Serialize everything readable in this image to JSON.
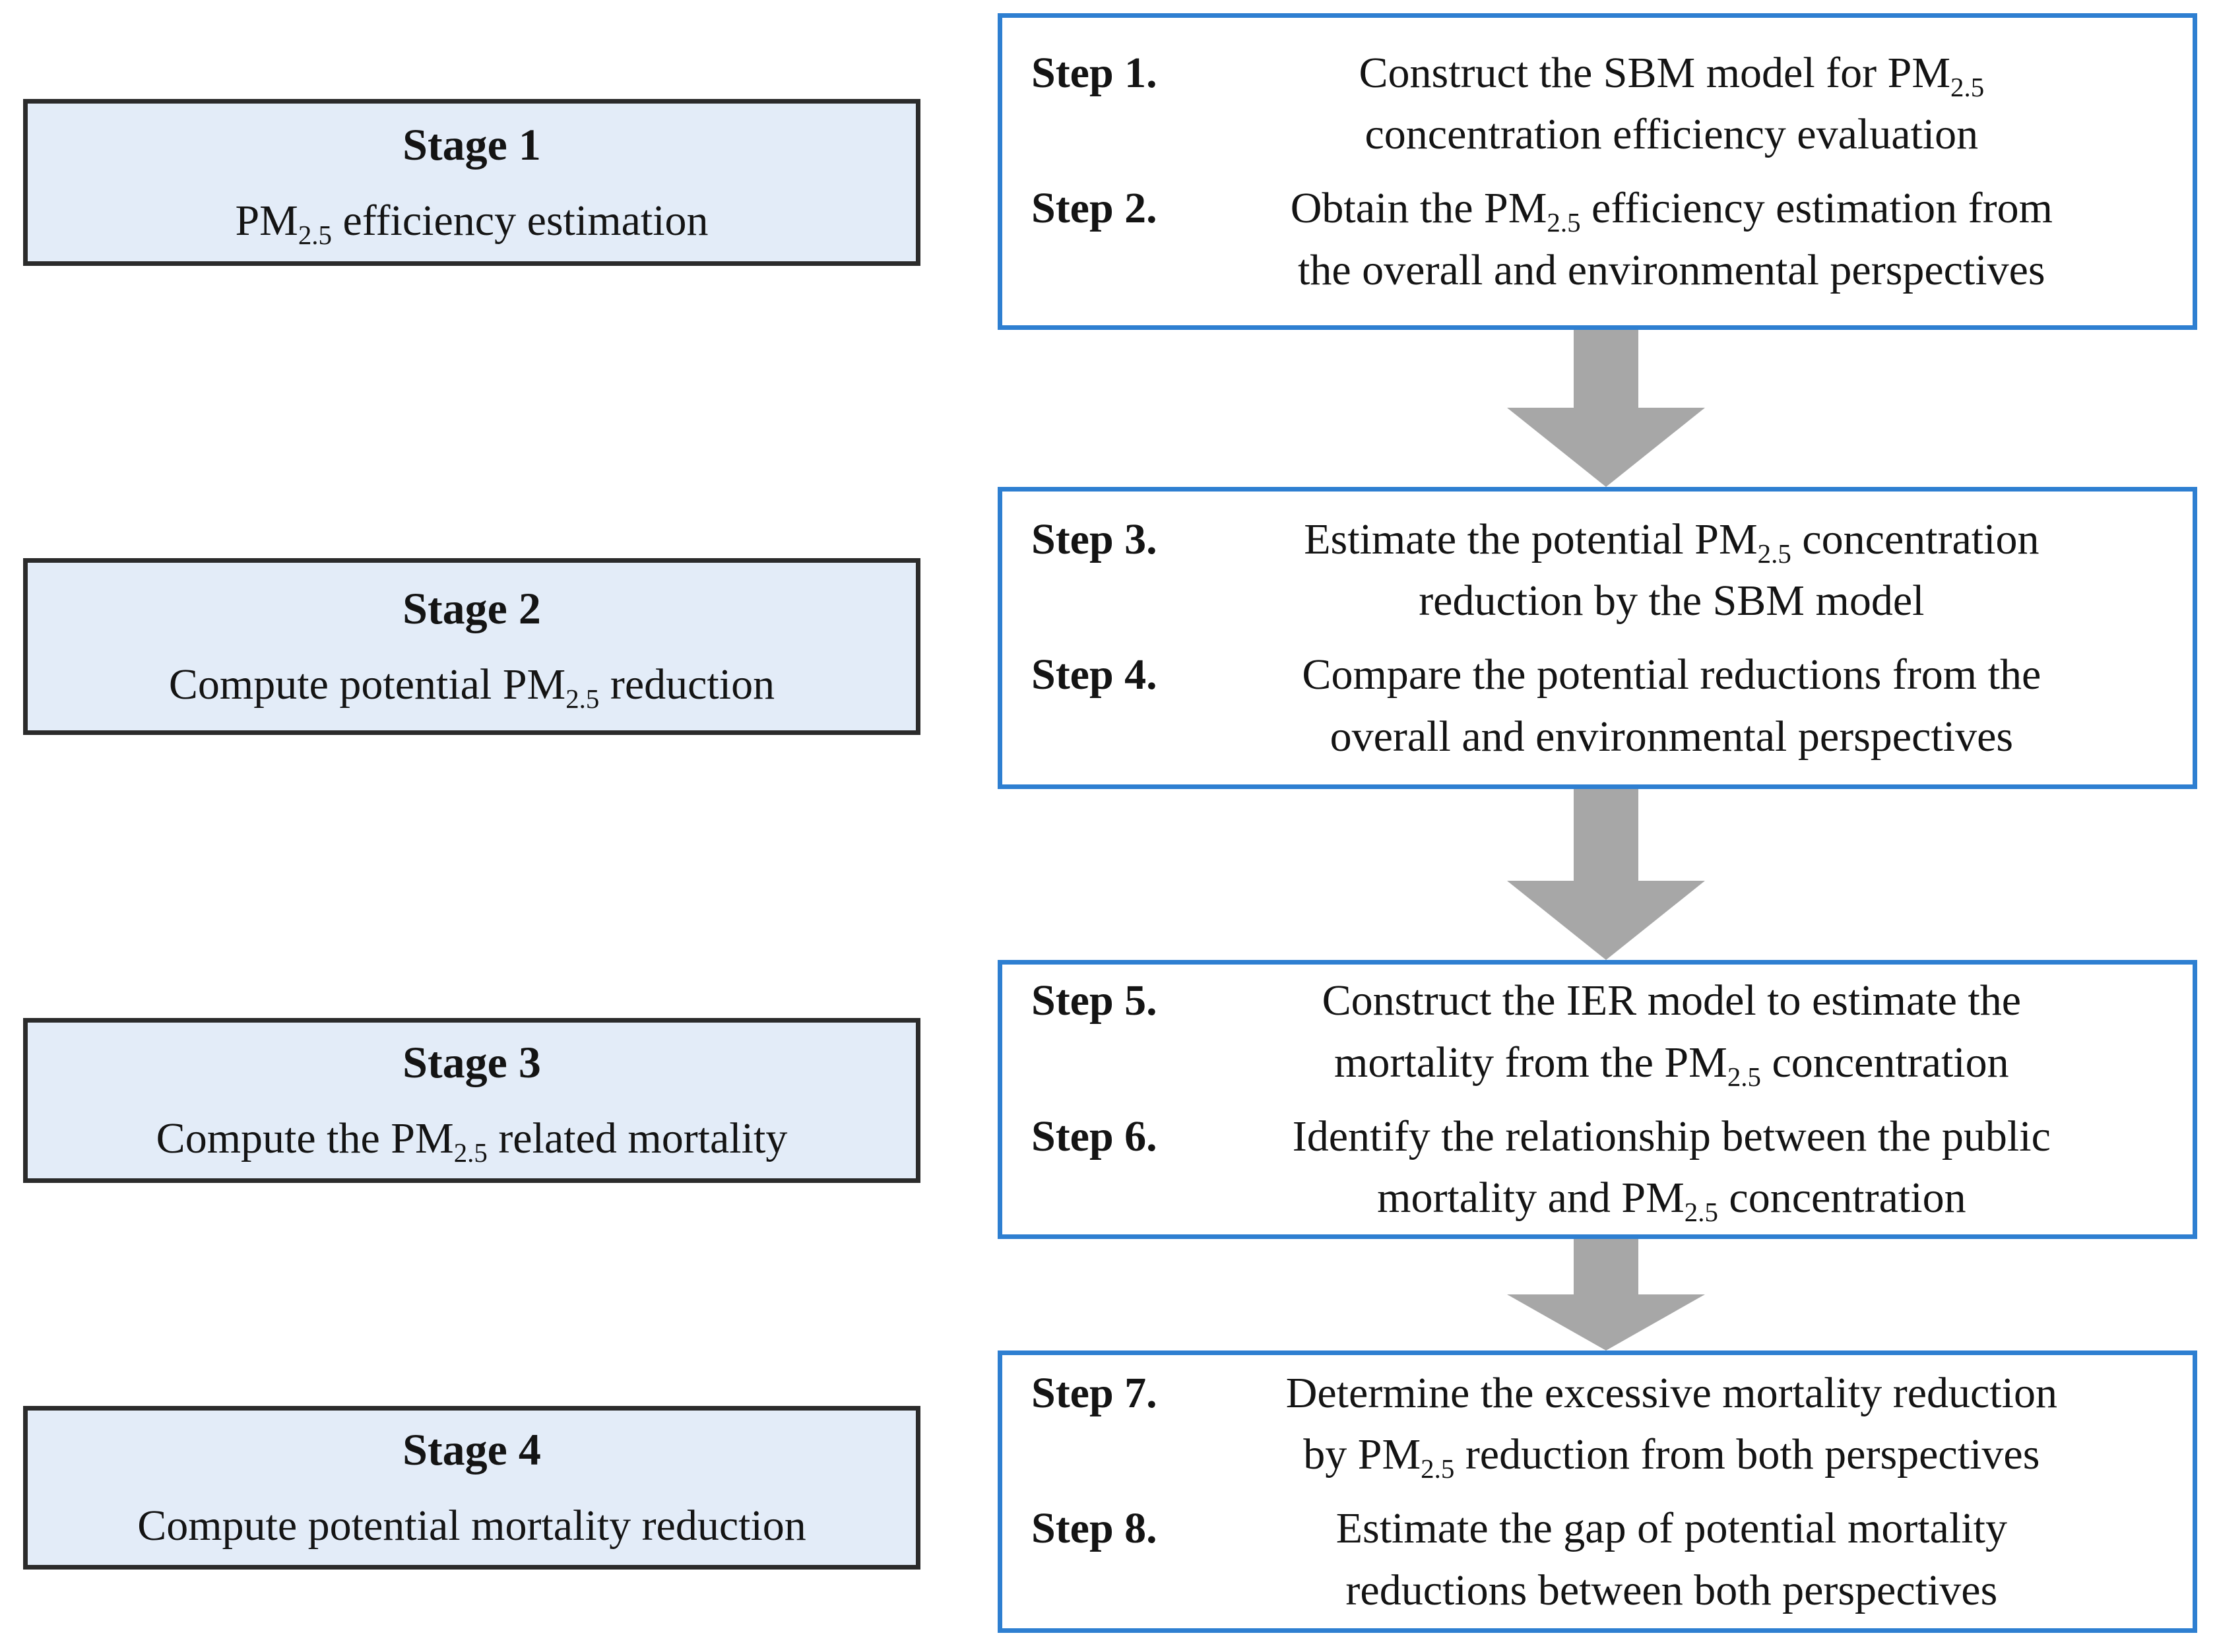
{
  "colors": {
    "stage_fill": "#e3ecf8",
    "stage_border": "#2b2b2b",
    "step_fill": "#ffffff",
    "step_border": "#2e7fd1",
    "arrow": "#a7a7a7",
    "text": "#141414"
  },
  "stages": [
    {
      "title": "Stage 1",
      "desc": [
        {
          "text": "PM"
        },
        {
          "sub": "2.5"
        },
        {
          "text": " efficiency estimation"
        }
      ]
    },
    {
      "title": "Stage 2",
      "desc": [
        {
          "text": "Compute potential PM"
        },
        {
          "sub": "2.5"
        },
        {
          "text": " reduction"
        }
      ]
    },
    {
      "title": "Stage 3",
      "desc": [
        {
          "text": "Compute the PM"
        },
        {
          "sub": "2.5"
        },
        {
          "text": " related mortality"
        }
      ]
    },
    {
      "title": "Stage 4",
      "desc": [
        {
          "text": "Compute potential mortality reduction"
        }
      ]
    }
  ],
  "step_boxes": [
    {
      "steps": [
        {
          "label": "Step 1.",
          "content": [
            {
              "text": "Construct the SBM model for PM"
            },
            {
              "sub": "2.5"
            },
            {
              "br": true
            },
            {
              "text": "concentration efficiency evaluation"
            }
          ]
        },
        {
          "label": "Step 2.",
          "content": [
            {
              "text": "Obtain the PM"
            },
            {
              "sub": "2.5"
            },
            {
              "text": " efficiency estimation from"
            },
            {
              "br": true
            },
            {
              "text": "the overall and environmental perspectives"
            }
          ]
        }
      ]
    },
    {
      "steps": [
        {
          "label": "Step 3.",
          "content": [
            {
              "text": "Estimate the potential PM"
            },
            {
              "sub": "2.5"
            },
            {
              "text": " concentration"
            },
            {
              "br": true
            },
            {
              "text": "reduction by the SBM model"
            }
          ]
        },
        {
          "label": "Step 4.",
          "content": [
            {
              "text": "Compare the potential reductions from the"
            },
            {
              "br": true
            },
            {
              "text": "overall and environmental perspectives"
            }
          ]
        }
      ]
    },
    {
      "steps": [
        {
          "label": "Step 5.",
          "content": [
            {
              "text": "Construct the IER model to estimate the"
            },
            {
              "br": true
            },
            {
              "text": "mortality from the PM"
            },
            {
              "sub": "2.5"
            },
            {
              "text": " concentration"
            }
          ]
        },
        {
          "label": "Step 6.",
          "content": [
            {
              "text": "Identify the relationship between the public"
            },
            {
              "br": true
            },
            {
              "text": "mortality and PM"
            },
            {
              "sub": "2.5"
            },
            {
              "text": " concentration"
            }
          ]
        }
      ]
    },
    {
      "steps": [
        {
          "label": "Step 7.",
          "content": [
            {
              "text": "Determine the excessive mortality reduction"
            },
            {
              "br": true
            },
            {
              "text": "by PM"
            },
            {
              "sub": "2.5"
            },
            {
              "text": " reduction from both perspectives"
            }
          ]
        },
        {
          "label": "Step 8.",
          "content": [
            {
              "text": "Estimate the gap of potential mortality"
            },
            {
              "br": true
            },
            {
              "text": "reductions between both perspectives"
            }
          ]
        }
      ]
    }
  ]
}
